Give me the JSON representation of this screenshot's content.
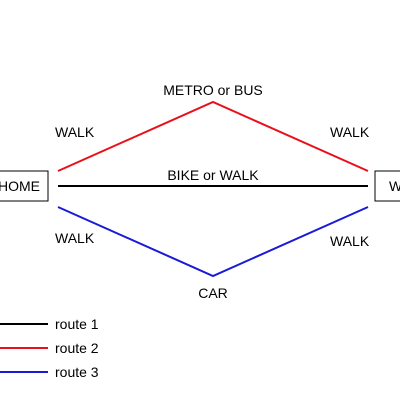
{
  "nodes": {
    "start": "HOME",
    "end": "W"
  },
  "route_labels": {
    "top_segment": "METRO or BUS",
    "middle_segment": "BIKE or WALK",
    "bottom_segment": "CAR",
    "top_left_walk": "WALK",
    "top_right_walk": "WALK",
    "bottom_left_walk": "WALK",
    "bottom_right_walk": "WALK"
  },
  "legend": [
    {
      "label": "route 1",
      "color": "#000000"
    },
    {
      "label": "route 2",
      "color": "#e8101a"
    },
    {
      "label": "route 3",
      "color": "#1a1ad6"
    }
  ]
}
